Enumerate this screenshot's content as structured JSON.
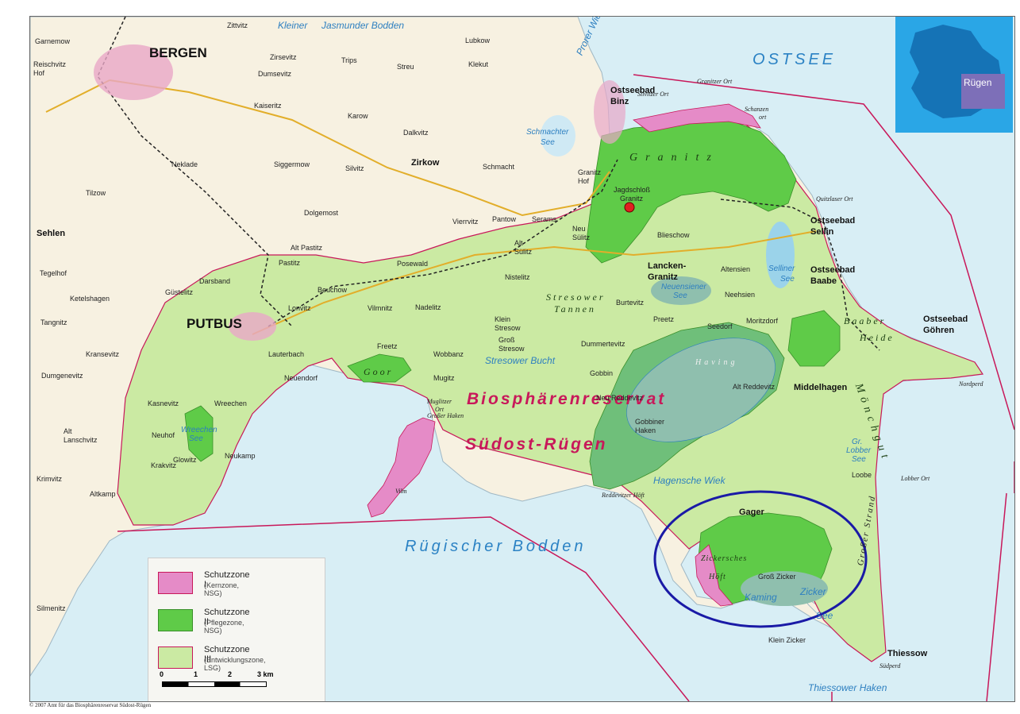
{
  "map": {
    "title_sea": "OSTSEE",
    "inset_label": "Rügen",
    "reserve_line1": "Biosphärenreservat",
    "reserve_line2": "Südost-Rügen",
    "bodden": "Rügischer Bodden",
    "copyright": "© 2007 Amt für das Biosphärenreservat Südost-Rügen",
    "colors": {
      "water": "#d8eef5",
      "land": "#f7f1e1",
      "zone1": "#e58bc7",
      "zone2": "#5fcb48",
      "zone3": "#cbeaa3",
      "reserve_border": "#c8185a",
      "highlight_ellipse": "#1a1aa6"
    }
  },
  "towns": {
    "bergen": "BERGEN",
    "putbus": "PUTBUS",
    "binz": "Ostseebad",
    "binz2": "Binz",
    "sellin": "Ostseebad",
    "sellin2": "Sellin",
    "baabe": "Ostseebad",
    "baabe2": "Baabe",
    "gohren": "Ostseebad",
    "gohren2": "Göhren",
    "middelhagen": "Middelhagen",
    "gager": "Gager",
    "thiessow": "Thiessow",
    "sehlen": "Sehlen",
    "zirkow": "Zirkow",
    "grosszicker": "Groß Zicker",
    "kleinzicker": "Klein Zicker",
    "lancken": "Lancken-",
    "lancken2": "Granitz",
    "garnow": "Garnemow",
    "zittvitz": "Zittvitz",
    "lubkow": "Lubkow",
    "reischvitz": "Reischvitz",
    "hof": "Hof",
    "zirsevitz": "Zirsevitz",
    "trips": "Trips",
    "streu": "Streu",
    "klekut": "Klekut",
    "dumsevitz": "Dumsevitz",
    "kaiseritz": "Kaiseritz",
    "karow": "Karow",
    "dalkvitz": "Dalkvitz",
    "schmacht": "Schmacht",
    "granitzhof": "Granitz",
    "granitzhof2": "Hof",
    "neklade": "Neklade",
    "siggermow": "Siggermow",
    "silvitz": "Silvitz",
    "tilzow": "Tilzow",
    "dolgemost": "Dolgemost",
    "vierrvitz": "Vierrvitz",
    "pantow": "Pantow",
    "serams": "Serams",
    "altsuelitz": "Alt",
    "altsuelitz2": "Sülitz",
    "neusuelitz": "Neu",
    "neusuelitz2": "Sülitz",
    "blieschow": "Blieschow",
    "altensien": "Altensien",
    "altpastitz": "Alt Pastitz",
    "pastitz": "Pastitz",
    "posewald": "Posewald",
    "nistelitz": "Nistelitz",
    "beuchow": "Beuchow",
    "tegelhof": "Tegelhof",
    "ketelshagen": "Ketelshagen",
    "gustelitz": "Güstelitz",
    "darsband": "Darsband",
    "lonvitz": "Lonvitz",
    "vilmnitz": "Vilmnitz",
    "nadelitz": "Nadelitz",
    "burtevitz": "Burtevitz",
    "preetz": "Preetz",
    "seedorf": "Seedorf",
    "moritzdorf": "Moritzdorf",
    "neehsien": "Neehsien",
    "tangnitz": "Tangnitz",
    "kransevitz": "Kransevitz",
    "lauterbach": "Lauterbach",
    "freetz": "Freetz",
    "wobbanz": "Wobbanz",
    "kleinstresow": "Klein",
    "kleinstresow2": "Stresow",
    "grossstresow": "Groß",
    "grossstresow2": "Stresow",
    "dummertevitz": "Dummertevitz",
    "gobbin": "Gobbin",
    "dumgenevitz": "Dumgenevitz",
    "neuendorf": "Neuendorf",
    "mugitz": "Mugitz",
    "kasnevitz": "Kasnevitz",
    "wreechen": "Wreechen",
    "altlanschvitz": "Alt",
    "altlanschvitz2": "Lanschvitz",
    "neuhof": "Neuhof",
    "glowitz": "Glowitz",
    "neukamp": "Neukamp",
    "krakvitz": "Krakvitz",
    "krimvitz": "Krimvitz",
    "altkamp": "Altkamp",
    "silmenitz": "Silmenitz",
    "neureddevitz": "Neu Reddevitz",
    "altreddevitz": "Alt Reddevitz",
    "loobe": "Loobe",
    "jagdschloss": "Jagdschloß",
    "jagdschloss2": "Granitz",
    "gobbinerhaken": "Gobbiner",
    "gobbinerhaken2": "Haken"
  },
  "waters": {
    "kleiner": "Kleiner",
    "jasmunder": "Jasmunder Bodden",
    "prorer": "Prorer Wiek",
    "schmachter": "Schmachter",
    "schmachter2": "See",
    "selliner": "Selliner",
    "selliner2": "See",
    "neuensiener": "Neuensiener",
    "neuensiener2": "See",
    "stresower": "Stresower Bucht",
    "wreechen": "Wreechen",
    "wreechen2": "See",
    "grlobber": "Gr.",
    "grlobber2": "Lobber",
    "grlobber3": "See",
    "hagensche": "Hagensche Wiek",
    "kaming": "Kaming",
    "zicker": "Zicker",
    "zicker2": "See",
    "thiessower": "Thiessower Haken"
  },
  "capes": {
    "granitzer": "Granitzer Ort",
    "silvitzer": "Silvitzer Ort",
    "schanzen": "Schanzen",
    "schanzen2": "ort",
    "quitzlaser": "Quitzlaser Ort",
    "nordperd": "Nordperd",
    "lobber": "Lobber Ort",
    "grosser_haken": "Großer Haken",
    "vilm": "Vilm",
    "muglitzer": "Muglitzer",
    "muglitzer2": "Ort",
    "reddevitzer": "Reddevitzer Höft",
    "suedperd": "Südperd",
    "grosser_strand": "Großer Strand"
  },
  "forests": {
    "granitz": "Granitz",
    "stresower": "Stresower",
    "stresower2": "Tannen",
    "goor": "Goor",
    "baaber": "Baaber",
    "baaber2": "Heide",
    "having": "Having",
    "moenchgut": "Mönchgut",
    "zickersches": "Zickersches",
    "zickersches2": "Höft"
  },
  "legend": {
    "zone1_title": "Schutzzone I",
    "zone1_sub": "(Kernzone, NSG)",
    "zone2_title": "Schutzzone II",
    "zone2_sub": "(Pflegezone, NSG)",
    "zone3_title": "Schutzzone III",
    "zone3_sub": "(Entwicklungszone, LSG)",
    "scale_0": "0",
    "scale_1": "1",
    "scale_2": "2",
    "scale_3": "3 km"
  }
}
